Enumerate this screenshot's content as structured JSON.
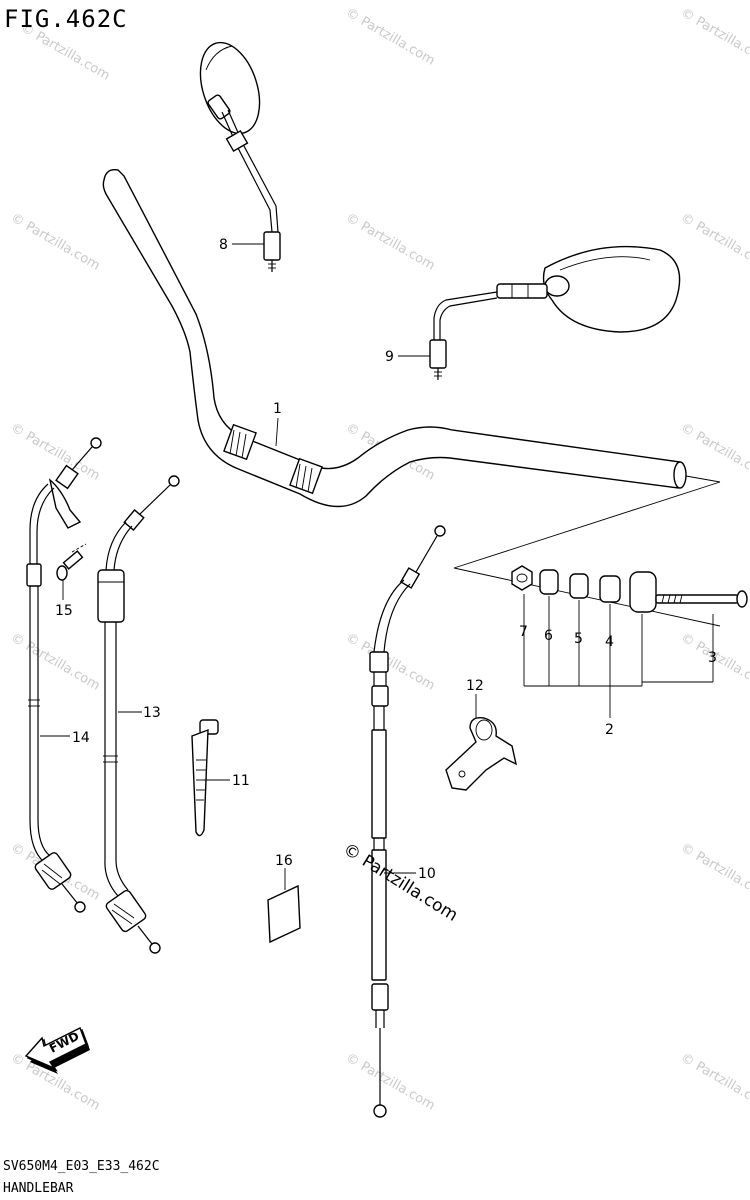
{
  "figure": {
    "title": "FIG.462C",
    "model_code": "SV650M4_E03_E33_462C",
    "name": "HANDLEBAR"
  },
  "watermark": {
    "text": "© Partzilla.com",
    "prominent_text": "© Partzilla.com"
  },
  "fwd_label": "FWD",
  "callouts": {
    "c1": "1",
    "c2": "2",
    "c3": "3",
    "c4": "4",
    "c5": "5",
    "c6": "6",
    "c7": "7",
    "c8": "8",
    "c9": "9",
    "c10": "10",
    "c11": "11",
    "c12": "12",
    "c13": "13",
    "c14": "14",
    "c15": "15",
    "c16": "16"
  }
}
